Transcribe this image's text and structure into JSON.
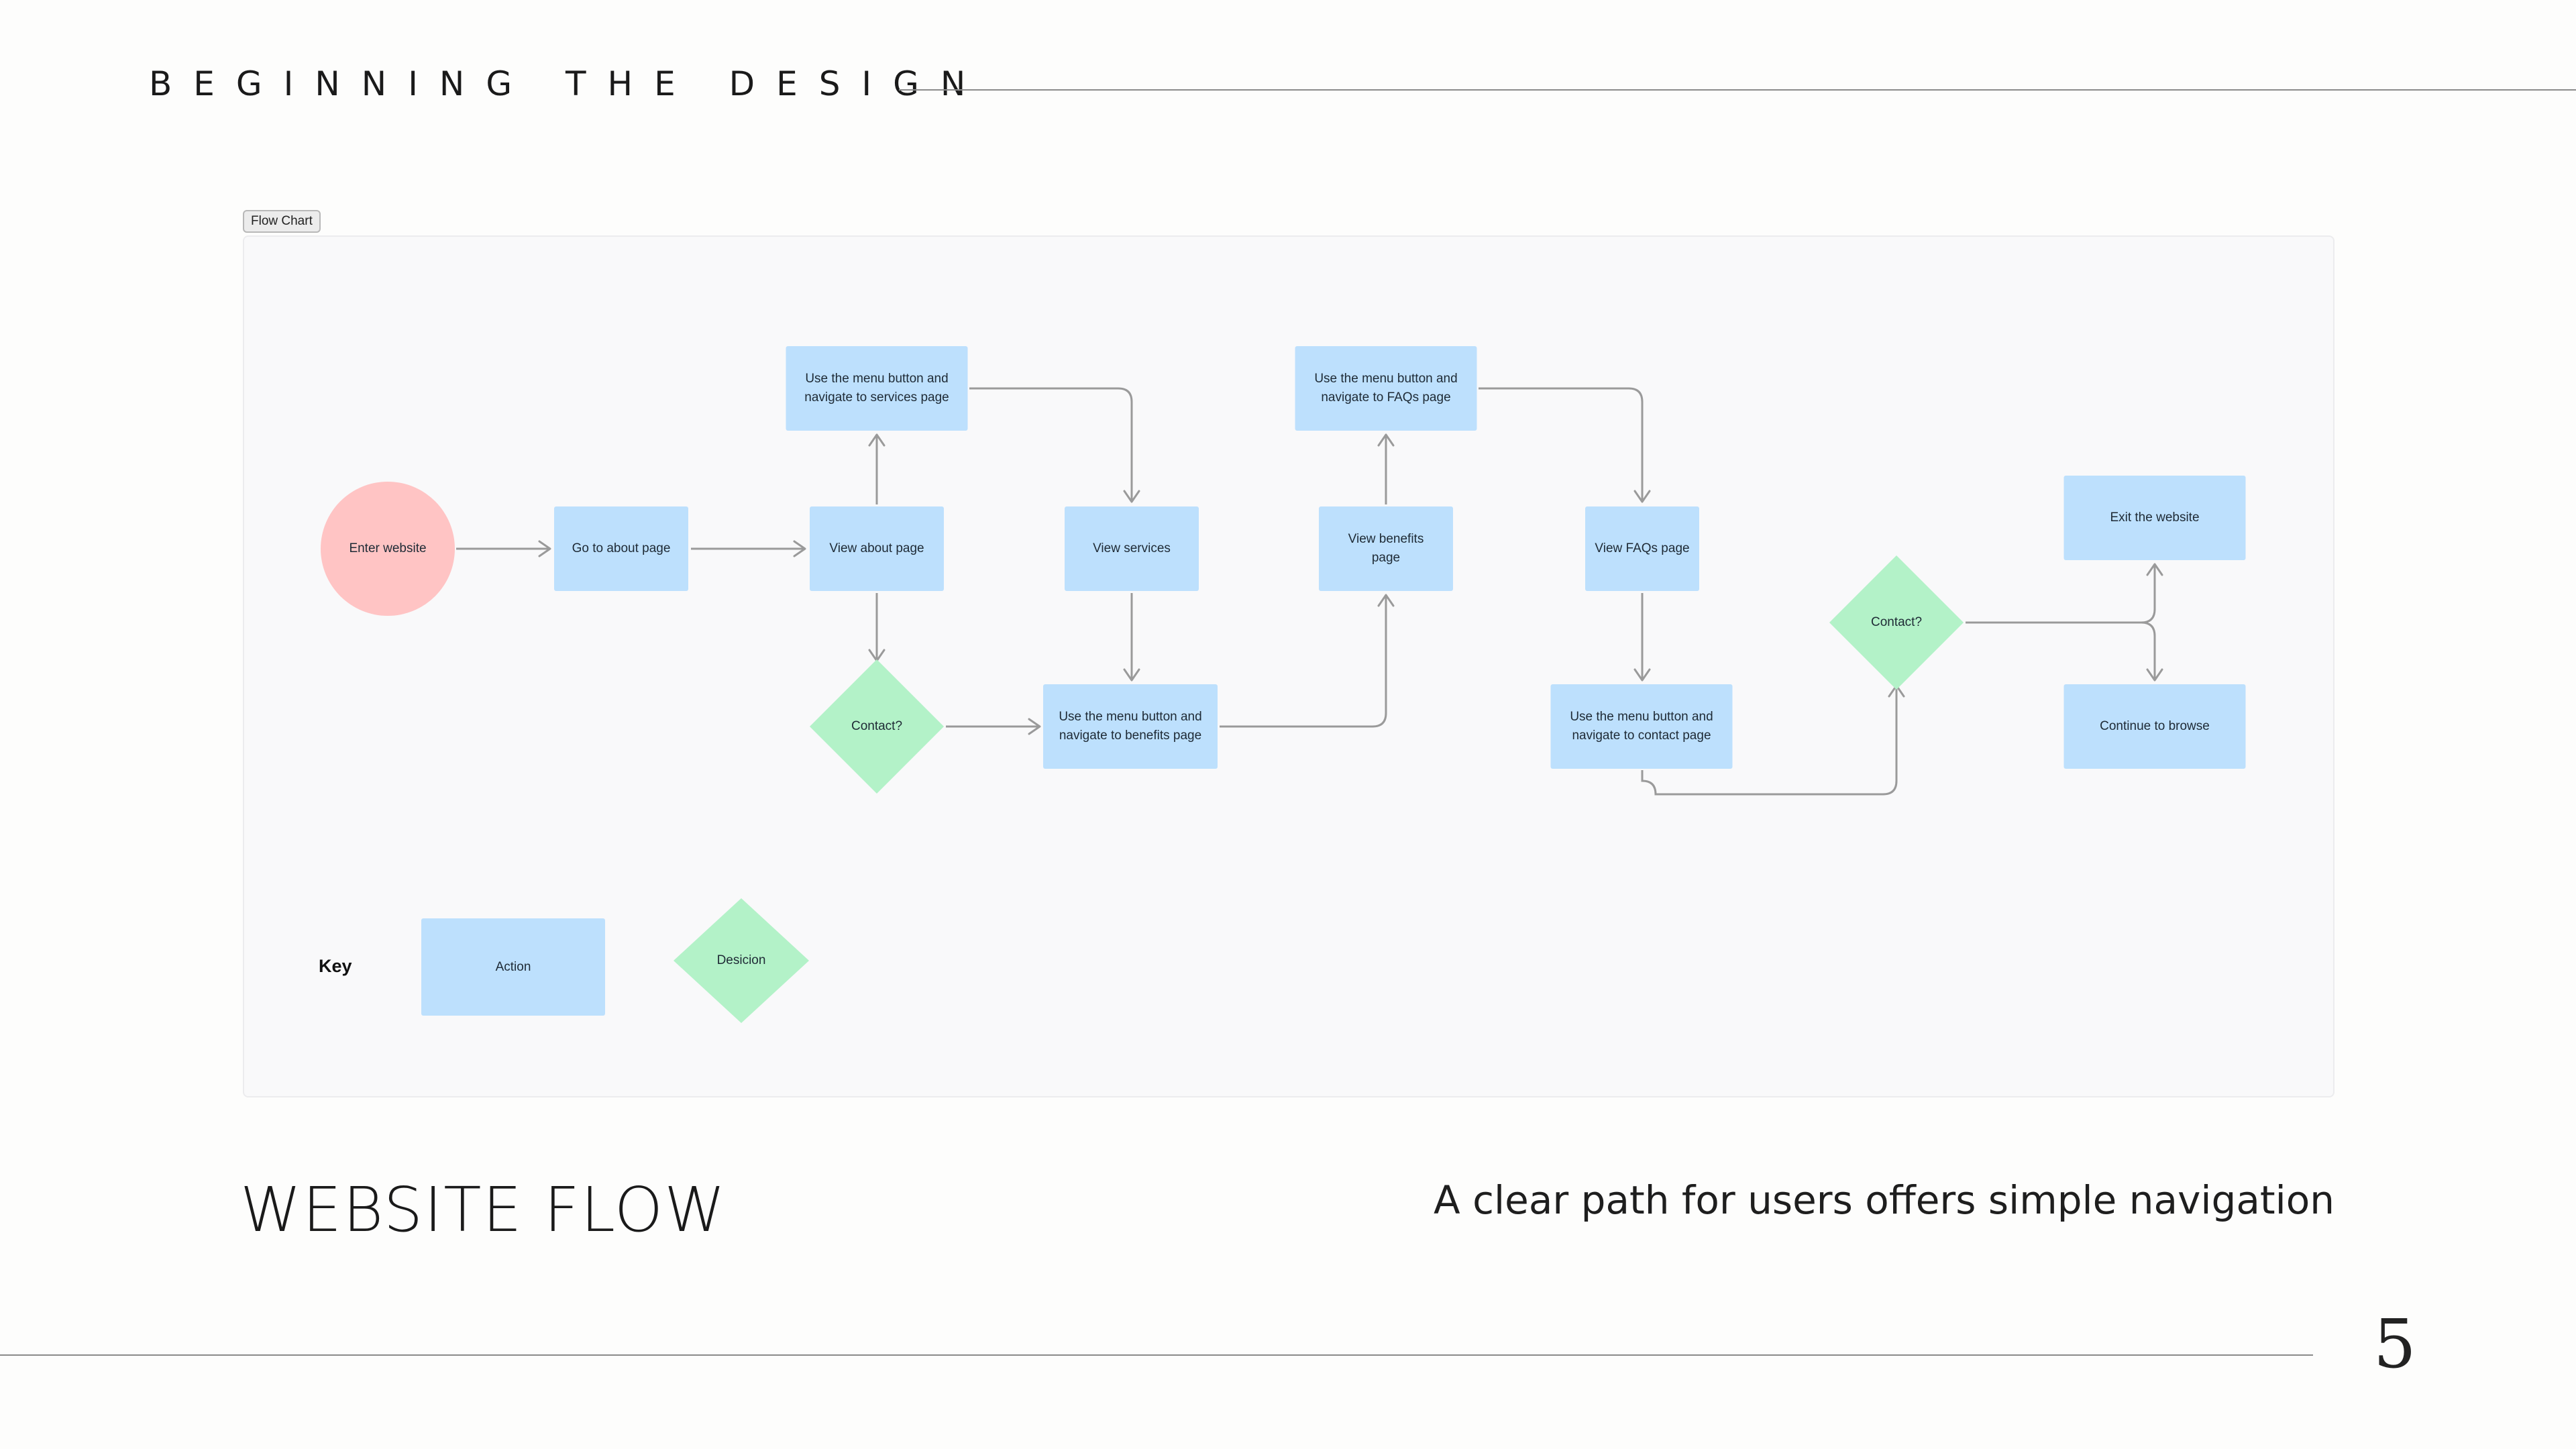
{
  "header": {
    "section_title": "BEGINNING THE DESIGN"
  },
  "frame": {
    "label": "Flow Chart"
  },
  "flowchart": {
    "nodes": {
      "enter": {
        "label": [
          "Enter website"
        ],
        "kind": "start"
      },
      "about": {
        "label": [
          "Go to about page"
        ],
        "kind": "action"
      },
      "view_about": {
        "label": [
          "View about page"
        ],
        "kind": "action"
      },
      "services_nav": {
        "label": [
          "Use the menu button and",
          "navigate to services page"
        ],
        "kind": "action"
      },
      "view_services": {
        "label": [
          "View services"
        ],
        "kind": "action"
      },
      "contact_1": {
        "label": [
          "Contact?"
        ],
        "kind": "decision"
      },
      "benefits_nav": {
        "label": [
          "Use the menu button and",
          "navigate to benefits page"
        ],
        "kind": "action"
      },
      "view_benefits": {
        "label": [
          "View benefits",
          "page"
        ],
        "kind": "action"
      },
      "faqs_nav": {
        "label": [
          "Use the menu button and",
          "navigate to FAQs page"
        ],
        "kind": "action"
      },
      "view_faqs": {
        "label": [
          "View FAQs page"
        ],
        "kind": "action"
      },
      "contact_nav": {
        "label": [
          "Use the menu button and",
          "navigate to contact page"
        ],
        "kind": "action"
      },
      "contact_2": {
        "label": [
          "Contact?"
        ],
        "kind": "decision"
      },
      "exit": {
        "label": [
          "Exit the website"
        ],
        "kind": "action"
      },
      "continue": {
        "label": [
          "Continue to browse"
        ],
        "kind": "action"
      }
    },
    "edges": [
      [
        "enter",
        "about"
      ],
      [
        "about",
        "view_about"
      ],
      [
        "view_about",
        "services_nav"
      ],
      [
        "view_about",
        "contact_1"
      ],
      [
        "services_nav",
        "view_services"
      ],
      [
        "view_services",
        "benefits_nav"
      ],
      [
        "contact_1",
        "benefits_nav"
      ],
      [
        "benefits_nav",
        "view_benefits"
      ],
      [
        "view_benefits",
        "faqs_nav"
      ],
      [
        "faqs_nav",
        "view_faqs"
      ],
      [
        "view_faqs",
        "contact_nav"
      ],
      [
        "contact_nav",
        "contact_2"
      ],
      [
        "contact_2",
        "exit"
      ],
      [
        "contact_2",
        "continue"
      ]
    ],
    "key": {
      "title": "Key",
      "action_label": "Action",
      "decision_label": "Desicion"
    }
  },
  "colors": {
    "action_fill": "#bde0fd",
    "decision_fill": "#b3f2c8",
    "start_fill": "#ffc4c4",
    "connector": "#9a9a9a"
  },
  "footer": {
    "heading": "WEBSITE FLOW",
    "tagline": "A clear path for users offers simple navigation",
    "page_number": "5"
  }
}
